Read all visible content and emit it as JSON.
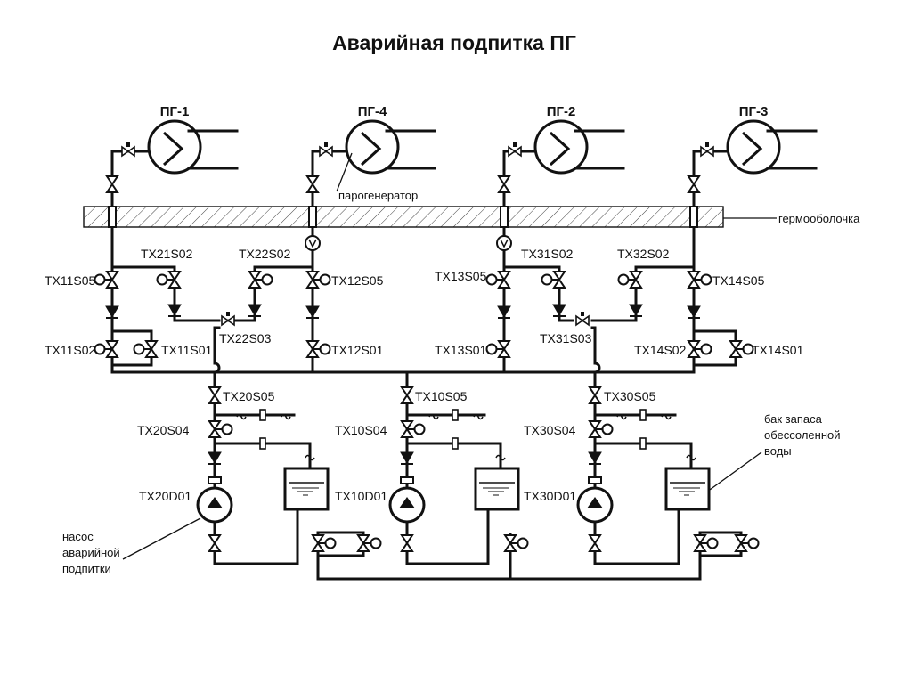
{
  "title": "Аварийная подпитка ПГ",
  "steam_generators": [
    {
      "label": "ПГ-1"
    },
    {
      "label": "ПГ-4"
    },
    {
      "label": "ПГ-2"
    },
    {
      "label": "ПГ-3"
    }
  ],
  "notes": {
    "steam_generator": "парогенератор",
    "containment": "гермооболочка",
    "tank": [
      "бак запаса",
      "обессоленной",
      "воды"
    ],
    "pump": [
      "насос",
      "аварийной",
      "подпитки"
    ]
  },
  "valve_labels": {
    "tx11s05": "TX11S05",
    "tx11s02": "TX11S02",
    "tx11s01": "TX11S01",
    "tx21s02": "TX21S02",
    "tx22s02": "TX22S02",
    "tx22s03": "TX22S03",
    "tx12s05": "TX12S05",
    "tx12s01": "TX12S01",
    "tx13s05": "TX13S05",
    "tx13s01": "TX13S01",
    "tx31s02": "TX31S02",
    "tx31s03": "TX31S03",
    "tx32s02": "TX32S02",
    "tx14s05": "TX14S05",
    "tx14s02": "TX14S02",
    "tx14s01": "TX14S01",
    "tx20s05": "TX20S05",
    "tx20s04": "TX20S04",
    "tx10s05": "TX10S05",
    "tx10s04": "TX10S04",
    "tx30s05": "TX30S05",
    "tx30s04": "TX30S04"
  },
  "pump_labels": {
    "tx20d01": "TX20D01",
    "tx10d01": "TX10D01",
    "tx30d01": "TX30D01"
  }
}
